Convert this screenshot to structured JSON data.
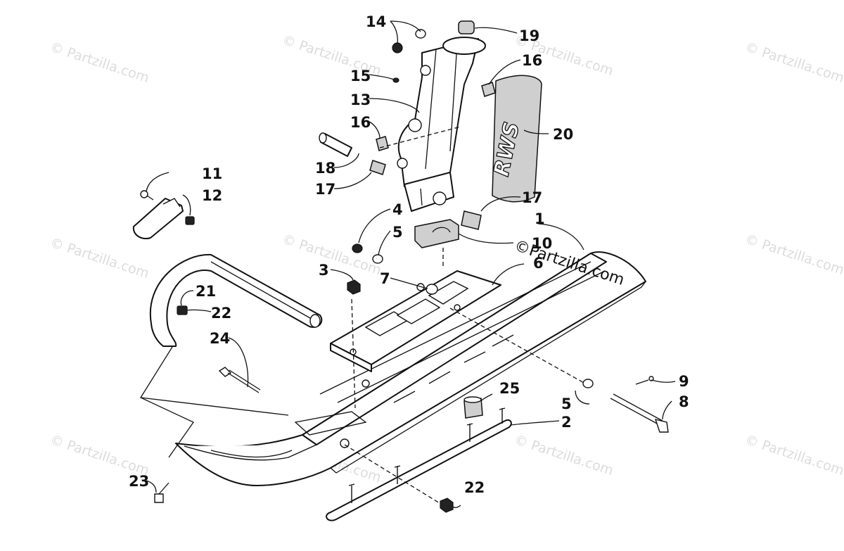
{
  "watermark": {
    "text": "© Partzilla.com"
  },
  "copyright_mark": "©Partzilla.com",
  "decal": {
    "text": "RWS"
  },
  "callouts": [
    {
      "id": "c14a",
      "label": "14"
    },
    {
      "id": "c19",
      "label": "19"
    },
    {
      "id": "c16a",
      "label": "16"
    },
    {
      "id": "c15",
      "label": "15"
    },
    {
      "id": "c13",
      "label": "13"
    },
    {
      "id": "c16b",
      "label": "16"
    },
    {
      "id": "c20",
      "label": "20"
    },
    {
      "id": "c18",
      "label": "18"
    },
    {
      "id": "c17a",
      "label": "17"
    },
    {
      "id": "c11",
      "label": "11"
    },
    {
      "id": "c12",
      "label": "12"
    },
    {
      "id": "c4",
      "label": "4"
    },
    {
      "id": "c17b",
      "label": "17"
    },
    {
      "id": "c5a",
      "label": "5"
    },
    {
      "id": "c1",
      "label": "1"
    },
    {
      "id": "c10",
      "label": "10"
    },
    {
      "id": "c3",
      "label": "3"
    },
    {
      "id": "c7",
      "label": "7"
    },
    {
      "id": "c6",
      "label": "6"
    },
    {
      "id": "c21",
      "label": "21"
    },
    {
      "id": "c22a",
      "label": "22"
    },
    {
      "id": "c24",
      "label": "24"
    },
    {
      "id": "c9",
      "label": "9"
    },
    {
      "id": "c25",
      "label": "25"
    },
    {
      "id": "c5b",
      "label": "5"
    },
    {
      "id": "c8",
      "label": "8"
    },
    {
      "id": "c2",
      "label": "2"
    },
    {
      "id": "c23",
      "label": "23"
    },
    {
      "id": "c22b",
      "label": "22"
    }
  ]
}
